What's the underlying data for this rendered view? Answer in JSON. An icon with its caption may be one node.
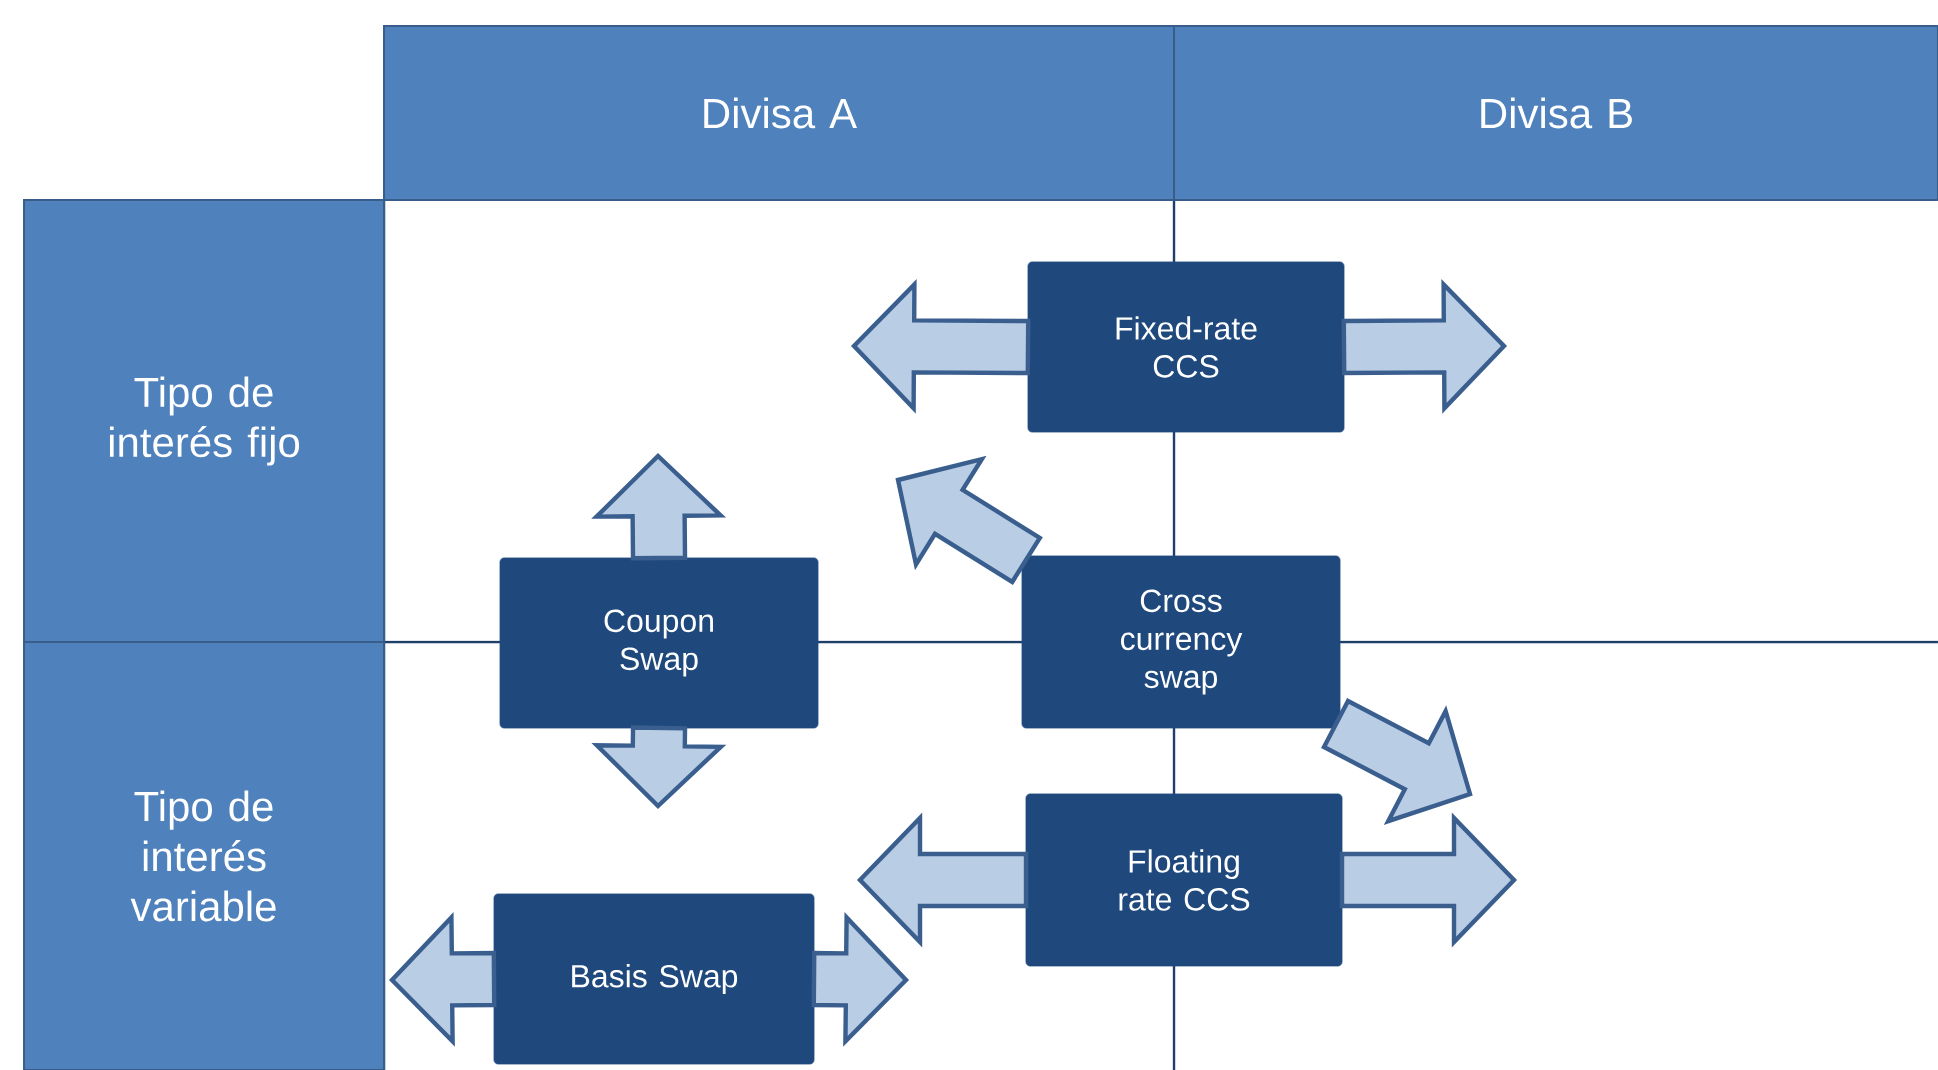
{
  "diagram": {
    "nodes": [
      {
        "text": [
          "Divisa A"
        ]
      },
      {
        "text": [
          "Divisa B"
        ]
      },
      {
        "text": [
          "Tipo de interés fijo"
        ]
      },
      {
        "text": [
          "Tipo de interés variable"
        ]
      },
      {
        "text": [
          "Fixed-rate CCS"
        ]
      },
      {
        "text": [
          "Coupon Swap"
        ]
      },
      {
        "text": [
          "Cross currency swap"
        ]
      },
      {
        "text": [
          "Floating rate CCS"
        ]
      },
      {
        "text": [
          "Basis Swap"
        ]
      }
    ],
    "edges": [
      {
        "from": 4,
        "to": null,
        "arrow": "to"
      },
      {
        "from": 4,
        "to": null,
        "arrow": "to"
      },
      {
        "from": 5,
        "to": null,
        "arrow": "to"
      },
      {
        "from": 5,
        "to": null,
        "arrow": "to"
      },
      {
        "from": 6,
        "to": null,
        "arrow": "to"
      },
      {
        "from": 6,
        "to": null,
        "arrow": "to"
      },
      {
        "from": 7,
        "to": null,
        "arrow": "to"
      },
      {
        "from": 7,
        "to": null,
        "arrow": "to"
      },
      {
        "from": 8,
        "to": null,
        "arrow": "to"
      },
      {
        "from": 8,
        "to": null,
        "arrow": "to"
      }
    ]
  }
}
